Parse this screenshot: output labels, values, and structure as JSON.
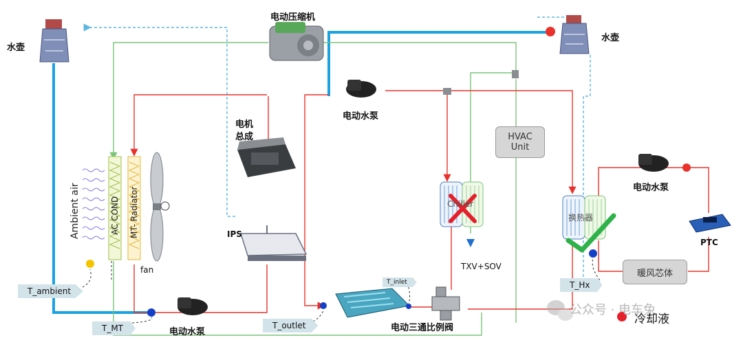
{
  "labels": {
    "compressor": "电动压缩机",
    "kettle_left": "水壶",
    "kettle_right": "水壶",
    "pump_top": "电动水泵",
    "motor_line1": "电机",
    "motor_line2": "总成",
    "hvac_line1": "HVAC",
    "hvac_line2": "Unit",
    "pump_right": "电动水泵",
    "ptc": "PTC",
    "heater_core": "暖风芯体",
    "heat_exchanger": "换热器",
    "chiller": "Chiller",
    "txv_sov": "TXV+SOV",
    "ips": "IPS",
    "fan": "fan",
    "ambient_air": "Ambient air",
    "ac_cond": "AC COND",
    "mt_radiator": "MT- Radiator",
    "pump_bottom": "电动水泵",
    "three_way_valve": "电动三通比例阀",
    "t_ambient": "T_ambient",
    "t_mt": "T_MT",
    "t_outlet": "T_outlet",
    "t_inlet": "T_inlet",
    "t_hx": "T_Hx",
    "legend_coolant": "冷却液",
    "watermark": "公众号 · 电车兔"
  },
  "colors": {
    "coolant_red": "#e8322b",
    "coolant_blue": "#1aa3e0",
    "refrigerant_green": "#7cc47a",
    "dashed_blue": "#5bb6e0",
    "check_green": "#2fb24a",
    "cross_red": "#e5202a",
    "sensor_blue": "#1440c8",
    "sensor_yellow": "#f5c400",
    "tag_bg": "#d3e3ea"
  },
  "icons": [
    "kettle-icon",
    "compressor-icon",
    "pump-icon",
    "motor-icon",
    "ips-icon",
    "battery-icon",
    "valve-icon",
    "ptc-icon",
    "fan-icon",
    "check-icon",
    "cross-icon",
    "wechat-icon"
  ]
}
